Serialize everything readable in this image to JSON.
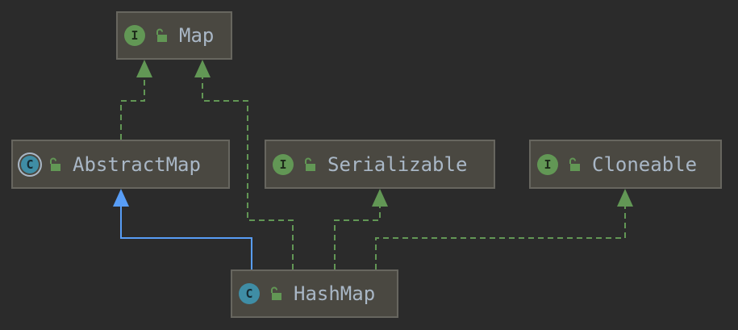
{
  "colors": {
    "background": "#2b2b2b",
    "node_fill": "#4a4841",
    "node_border": "#67665f",
    "label_text": "#a9b7c6",
    "interface_badge": "#629755",
    "class_badge": "#3f8da5",
    "implements_edge": "#629755",
    "extends_edge": "#589df6"
  },
  "nodes": {
    "map": {
      "label": "Map",
      "kind": "interface",
      "badge": "I",
      "icon": "interface-icon"
    },
    "abstract_map": {
      "label": "AbstractMap",
      "kind": "abstract-class",
      "badge": "C",
      "icon": "abstract-class-icon"
    },
    "serializable": {
      "label": "Serializable",
      "kind": "interface",
      "badge": "I",
      "icon": "interface-icon"
    },
    "cloneable": {
      "label": "Cloneable",
      "kind": "interface",
      "badge": "I",
      "icon": "interface-icon"
    },
    "hash_map": {
      "label": "HashMap",
      "kind": "class",
      "badge": "C",
      "icon": "class-icon"
    }
  },
  "edges": [
    {
      "from": "AbstractMap",
      "to": "Map",
      "type": "implements",
      "style": "dashed"
    },
    {
      "from": "HashMap",
      "to": "Map",
      "type": "implements",
      "style": "dashed"
    },
    {
      "from": "HashMap",
      "to": "AbstractMap",
      "type": "extends",
      "style": "solid"
    },
    {
      "from": "HashMap",
      "to": "Serializable",
      "type": "implements",
      "style": "dashed"
    },
    {
      "from": "HashMap",
      "to": "Cloneable",
      "type": "implements",
      "style": "dashed"
    }
  ]
}
